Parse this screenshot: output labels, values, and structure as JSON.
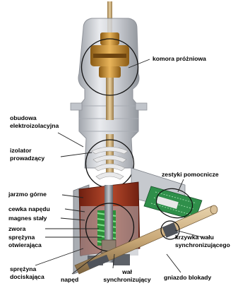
{
  "labels": {
    "komora": "komora próżniowa",
    "obudowa_1": "obudowa",
    "obudowa_2": "elektroizolacyjna",
    "izolator_1": "izolator",
    "izolator_2": "prowadzący",
    "zestyki": "zestyki pomocnicze",
    "jarzmo": "jarzmo górne",
    "cewka": "cewka napędu",
    "magnes": "magnes stały",
    "zwora": "zwora",
    "sprezyna_otw_1": "sprężyna",
    "sprezyna_otw_2": "otwierająca",
    "krzywka_1": "krzywka wału",
    "krzywka_2": "synchronizującego",
    "sprezyna_doc_1": "sprężyna",
    "sprezyna_doc_2": "dociskająca",
    "naped": "napęd",
    "wal_1": "wał",
    "wal_2": "synchronizujący",
    "gniazdo": "gniazdo blokady"
  },
  "colors": {
    "housing": "#c9ccd2",
    "housing_dark": "#8f949c",
    "copper": "#c8902e",
    "coil_red": "#a43a22",
    "spring_green": "#3cae46",
    "pcb_green": "#2f8f4a",
    "shaft_brass": "#c9a877",
    "leader": "#222222"
  }
}
